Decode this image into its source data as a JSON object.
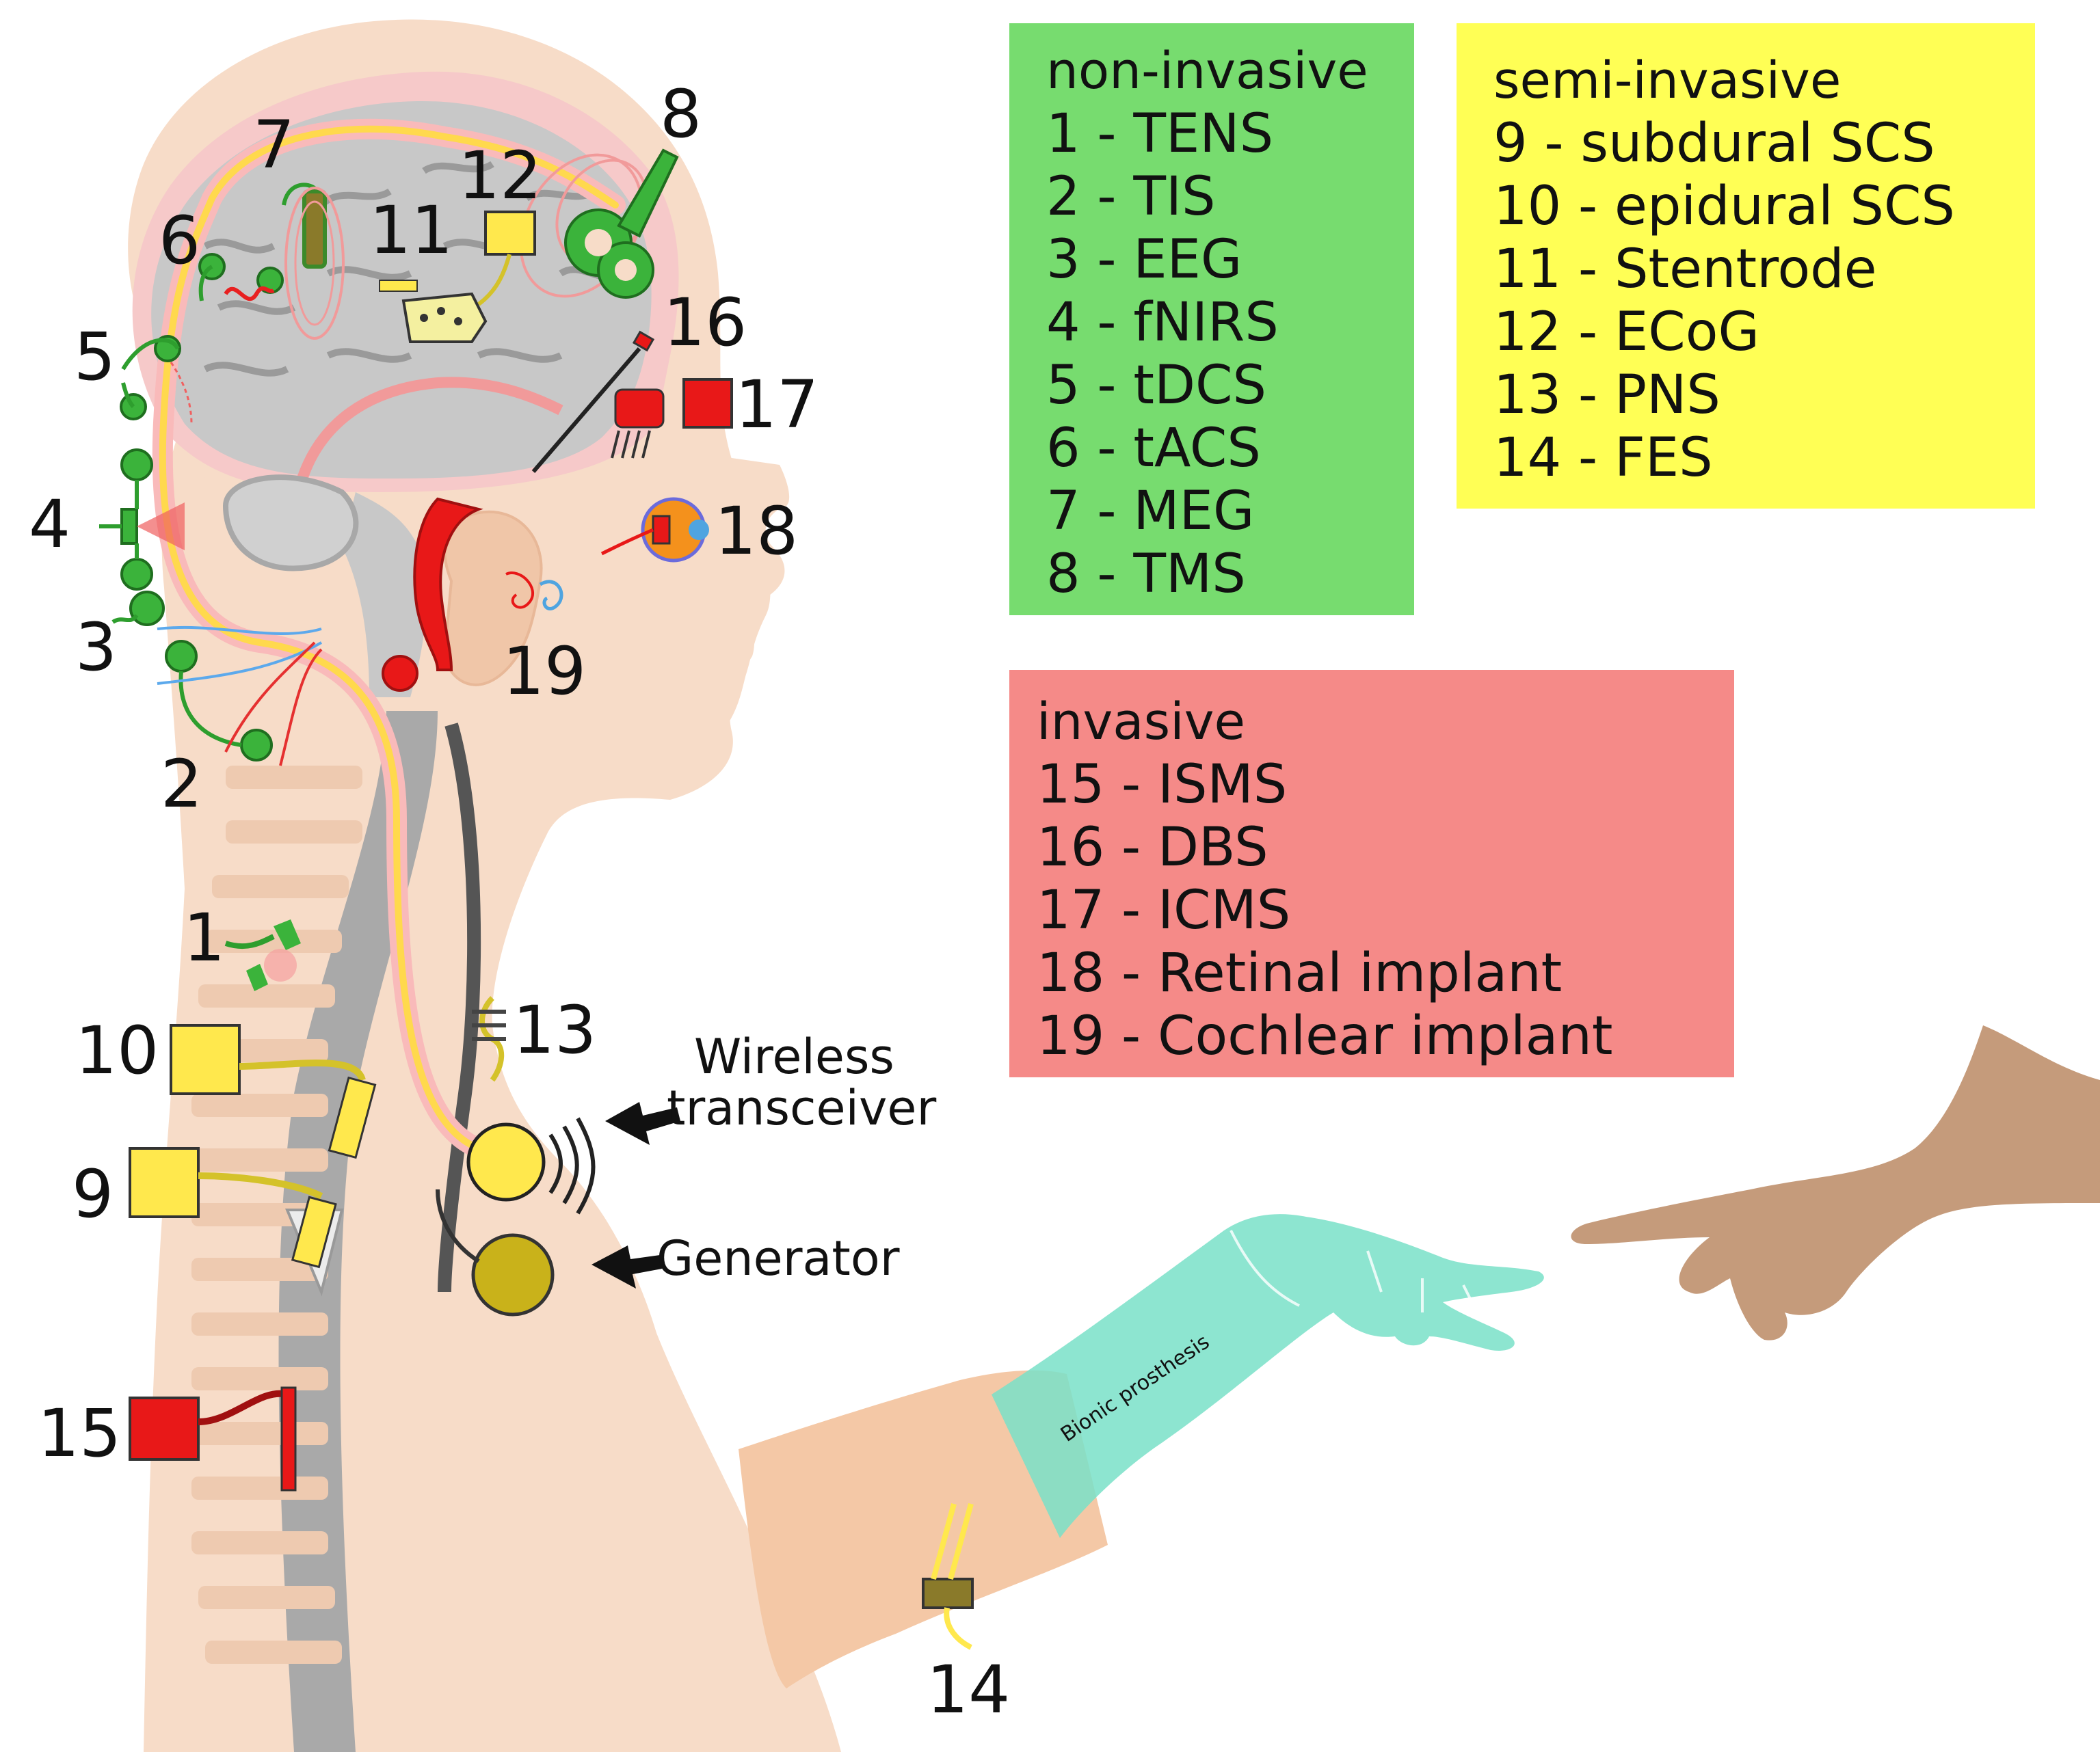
{
  "legends": {
    "non_invasive": {
      "title": "non-invasive",
      "color": "#77dc6f",
      "items": [
        "1 - TENS",
        "2 - TIS",
        "3 - EEG",
        "4 - fNIRS",
        "5 - tDCS",
        "6 - tACS",
        "7 - MEG",
        "8 - TMS"
      ]
    },
    "semi_invasive": {
      "title": "semi-invasive",
      "color": "#ffff55",
      "items": [
        "9 - subdural SCS",
        "10 - epidural SCS",
        "11 - Stentrode",
        "12 - ECoG",
        "13 - PNS",
        "14 - FES"
      ]
    },
    "invasive": {
      "title": "invasive",
      "color": "#f58a88",
      "items": [
        "15 - ISMS",
        "16 - DBS",
        "17 - ICMS",
        "18 - Retinal implant",
        "19 - Cochlear implant"
      ]
    }
  },
  "numbers": [
    "1",
    "2",
    "3",
    "4",
    "5",
    "6",
    "7",
    "8",
    "9",
    "10",
    "11",
    "12",
    "13",
    "14",
    "15",
    "16",
    "17",
    "18",
    "19"
  ],
  "annotations": {
    "wireless_line1": "Wireless",
    "wireless_line2": "transceiver",
    "generator": "Generator",
    "prosthesis": "Bionic prosthesis"
  },
  "colors": {
    "skin": "#f7dcc8",
    "brain": "#c8c8c8",
    "spine": "#a9a9a9",
    "nerve": "#f6b6b6",
    "device_green": "#2e9e2e",
    "device_yellow": "#ffe84d",
    "device_red": "#e81818",
    "prosthesis": "#79e0c8",
    "hand": "#c59b7b"
  }
}
